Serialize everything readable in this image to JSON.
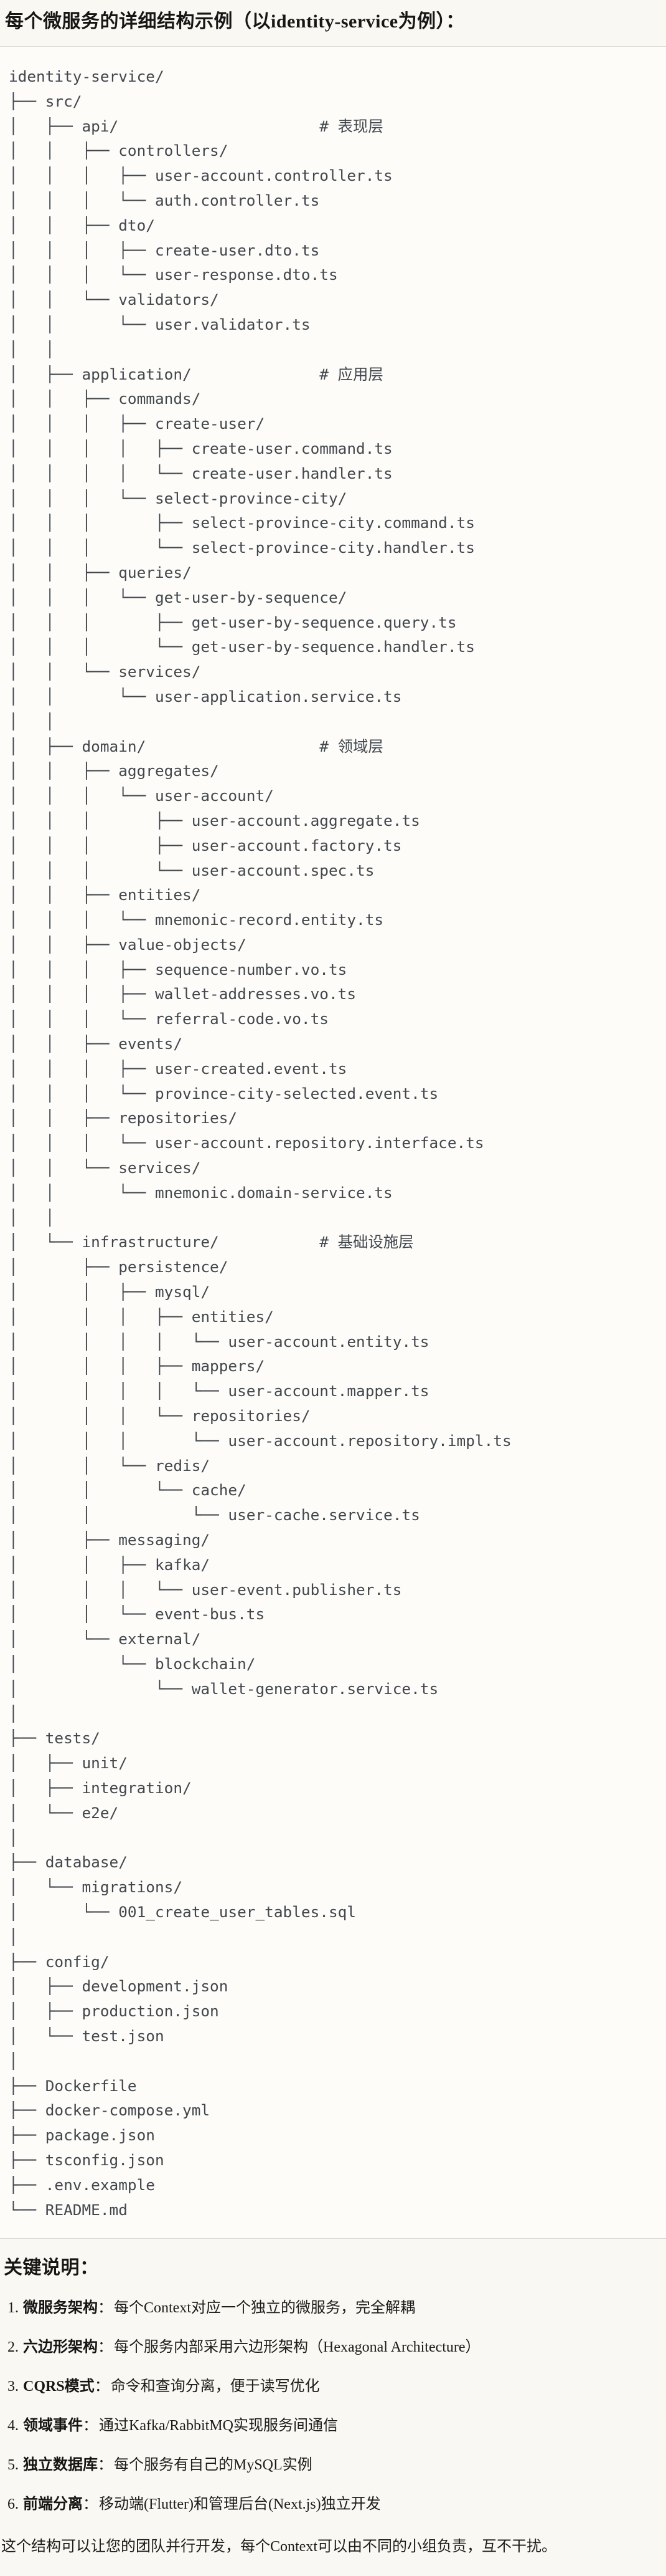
{
  "page": {
    "title": "每个微服务的详细结构示例（以identity-service为例）：",
    "code_block": {
      "language": "plaintext",
      "tree_lines": [
        "identity-service/",
        "├── src/",
        "│   ├── api/                      # 表现层",
        "│   │   ├── controllers/",
        "│   │   │   ├── user-account.controller.ts",
        "│   │   │   └── auth.controller.ts",
        "│   │   ├── dto/",
        "│   │   │   ├── create-user.dto.ts",
        "│   │   │   └── user-response.dto.ts",
        "│   │   └── validators/",
        "│   │       └── user.validator.ts",
        "│   │",
        "│   ├── application/              # 应用层",
        "│   │   ├── commands/",
        "│   │   │   ├── create-user/",
        "│   │   │   │   ├── create-user.command.ts",
        "│   │   │   │   └── create-user.handler.ts",
        "│   │   │   └── select-province-city/",
        "│   │   │       ├── select-province-city.command.ts",
        "│   │   │       └── select-province-city.handler.ts",
        "│   │   ├── queries/",
        "│   │   │   └── get-user-by-sequence/",
        "│   │   │       ├── get-user-by-sequence.query.ts",
        "│   │   │       └── get-user-by-sequence.handler.ts",
        "│   │   └── services/",
        "│   │       └── user-application.service.ts",
        "│   │",
        "│   ├── domain/                   # 领域层",
        "│   │   ├── aggregates/",
        "│   │   │   └── user-account/",
        "│   │   │       ├── user-account.aggregate.ts",
        "│   │   │       ├── user-account.factory.ts",
        "│   │   │       └── user-account.spec.ts",
        "│   │   ├── entities/",
        "│   │   │   └── mnemonic-record.entity.ts",
        "│   │   ├── value-objects/",
        "│   │   │   ├── sequence-number.vo.ts",
        "│   │   │   ├── wallet-addresses.vo.ts",
        "│   │   │   └── referral-code.vo.ts",
        "│   │   ├── events/",
        "│   │   │   ├── user-created.event.ts",
        "│   │   │   └── province-city-selected.event.ts",
        "│   │   ├── repositories/",
        "│   │   │   └── user-account.repository.interface.ts",
        "│   │   └── services/",
        "│   │       └── mnemonic.domain-service.ts",
        "│   │",
        "│   └── infrastructure/           # 基础设施层",
        "│       ├── persistence/",
        "│       │   ├── mysql/",
        "│       │   │   ├── entities/",
        "│       │   │   │   └── user-account.entity.ts",
        "│       │   │   ├── mappers/",
        "│       │   │   │   └── user-account.mapper.ts",
        "│       │   │   └── repositories/",
        "│       │   │       └── user-account.repository.impl.ts",
        "│       │   └── redis/",
        "│       │       └── cache/",
        "│       │           └── user-cache.service.ts",
        "│       ├── messaging/",
        "│       │   ├── kafka/",
        "│       │   │   └── user-event.publisher.ts",
        "│       │   └── event-bus.ts",
        "│       └── external/",
        "│           └── blockchain/",
        "│               └── wallet-generator.service.ts",
        "│",
        "├── tests/",
        "│   ├── unit/",
        "│   ├── integration/",
        "│   └── e2e/",
        "│",
        "├── database/",
        "│   └── migrations/",
        "│       └── 001_create_user_tables.sql",
        "│",
        "├── config/",
        "│   ├── development.json",
        "│   ├── production.json",
        "│   └── test.json",
        "│",
        "├── Dockerfile",
        "├── docker-compose.yml",
        "├── package.json",
        "├── tsconfig.json",
        "├── .env.example",
        "└── README.md"
      ]
    },
    "notes": {
      "heading": "关键说明：",
      "items": [
        {
          "num": "1.",
          "term": "微服务架构",
          "colon": "：",
          "desc": "每个Context对应一个独立的微服务，完全解耦"
        },
        {
          "num": "2.",
          "term": "六边形架构",
          "colon": "：",
          "desc": "每个服务内部采用六边形架构（Hexagonal Architecture）"
        },
        {
          "num": "3.",
          "term": "CQRS模式",
          "colon": "：",
          "desc": "命令和查询分离，便于读写优化"
        },
        {
          "num": "4.",
          "term": "领域事件",
          "colon": "：",
          "desc": "通过Kafka/RabbitMQ实现服务间通信"
        },
        {
          "num": "5.",
          "term": "独立数据库",
          "colon": "：",
          "desc": "每个服务有自己的MySQL实例"
        },
        {
          "num": "6.",
          "term": "前端分离",
          "colon": "：",
          "desc": "移动端(Flutter)和管理后台(Next.js)独立开发"
        }
      ],
      "closing": "这个结构可以让您的团队并行开发，每个Context可以由不同的小组负责，互不干扰。"
    },
    "colors": {
      "page_background": "#faf8f3",
      "code_background": "#fdfcf9",
      "code_border": "#dcdad4",
      "code_text": "#41474d",
      "heading_text": "#161614",
      "body_text": "#1c1c1a"
    }
  }
}
